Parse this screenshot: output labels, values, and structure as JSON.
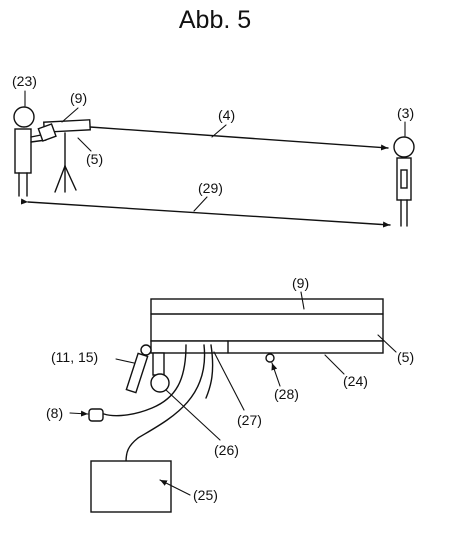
{
  "figure": {
    "title": "Abb. 5",
    "top_scene": {
      "person_observer": "(23)",
      "device": "(9)",
      "device_base": "(5)",
      "beam_forward": "(4)",
      "person_target": "(3)",
      "distance": "(29)"
    },
    "detail_view": {
      "upper_unit": "(9)",
      "base_plate": "(5)",
      "handle": "(11, 15)",
      "rail": "(24)",
      "knob": "(28)",
      "connector_line": "(27)",
      "cable_plug": "(8)",
      "roller": "(26)",
      "control_box": "(25)"
    }
  },
  "colors": {
    "ink": "#111111",
    "background": "#ffffff"
  }
}
